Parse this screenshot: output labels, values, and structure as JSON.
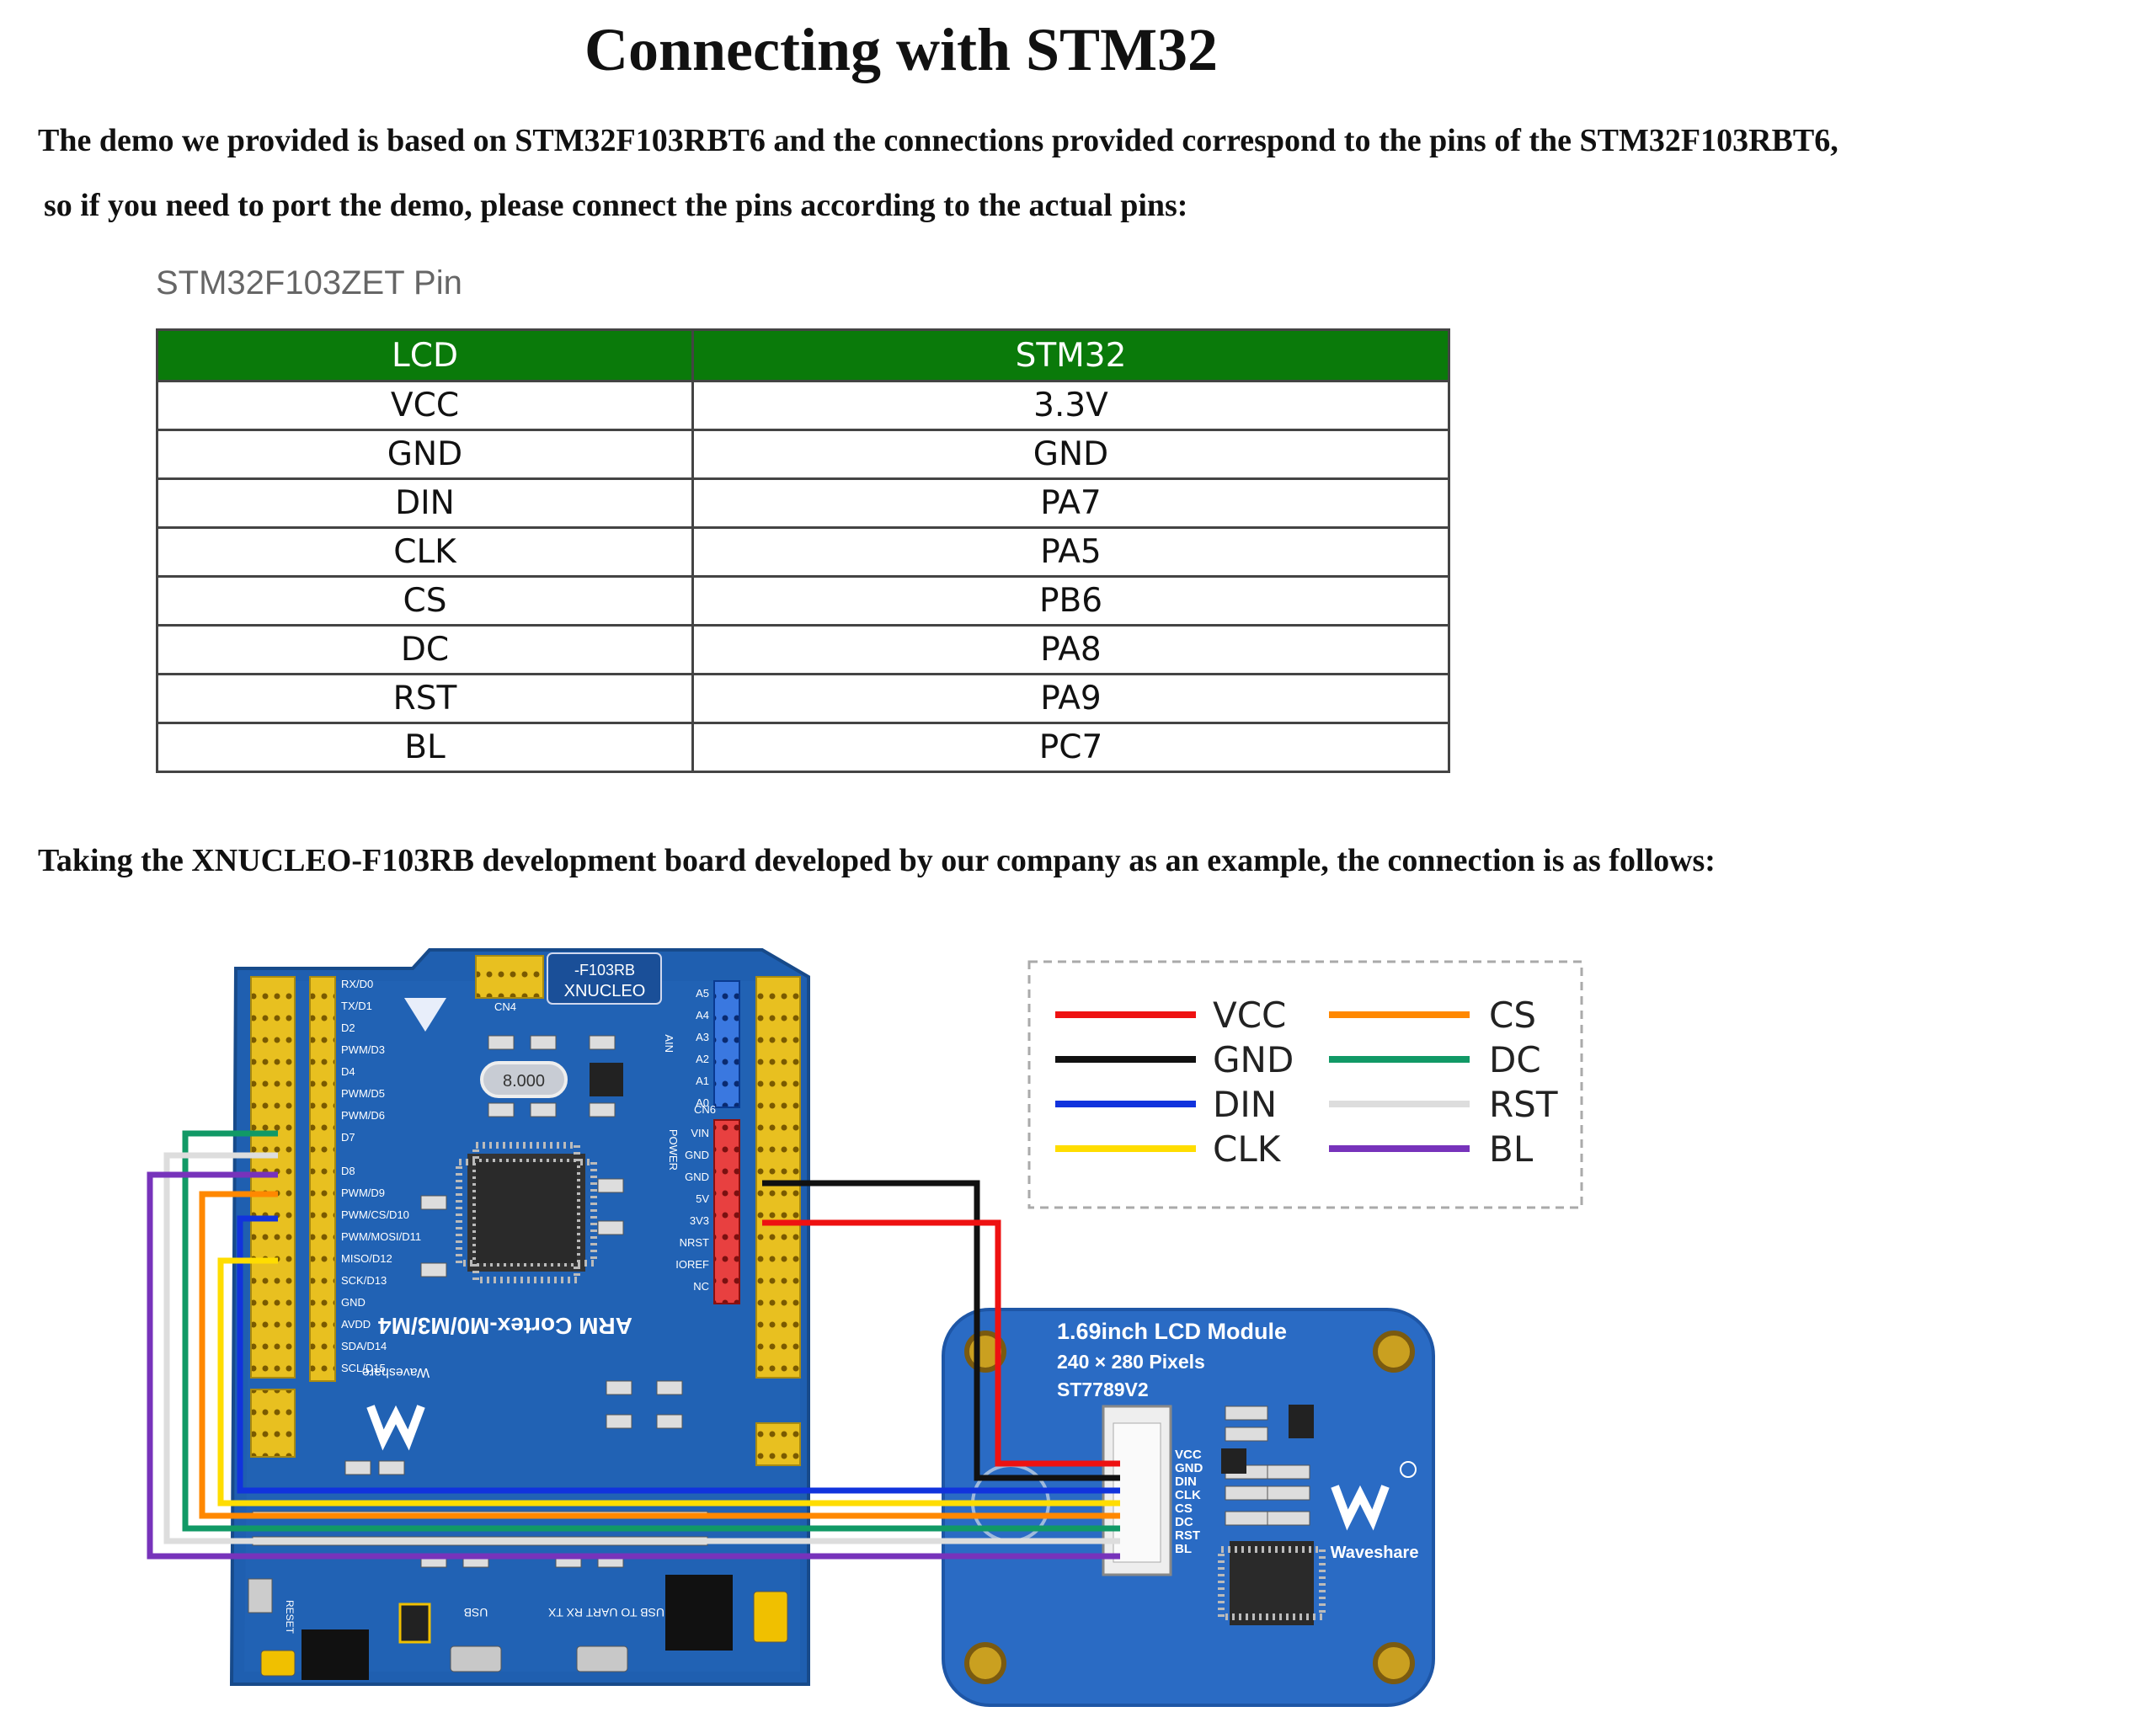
{
  "title": "Connecting with STM32",
  "intro": [
    "The demo we provided is based on STM32F103RBT6 and the connections provided correspond to the pins of the STM32F103RBT6,",
    "so if you need to port the demo, please connect the pins according to the actual pins:"
  ],
  "table": {
    "caption": "STM32F103ZET Pin",
    "headers": [
      "LCD",
      "STM32"
    ],
    "header_color": "#0a7a0a",
    "rows": [
      [
        "VCC",
        "3.3V"
      ],
      [
        "GND",
        "GND"
      ],
      [
        "DIN",
        "PA7"
      ],
      [
        "CLK",
        "PA5"
      ],
      [
        "CS",
        "PB6"
      ],
      [
        "DC",
        "PA8"
      ],
      [
        "RST",
        "PA9"
      ],
      [
        "BL",
        "PC7"
      ]
    ]
  },
  "example_text": "Taking the XNUCLEO-F103RB development board developed by our company as an example, the connection is as follows:",
  "legend": [
    {
      "label": "VCC",
      "color": "#ee1111"
    },
    {
      "label": "GND",
      "color": "#111111"
    },
    {
      "label": "DIN",
      "color": "#1133dd"
    },
    {
      "label": "CLK",
      "color": "#ffdd00"
    },
    {
      "label": "CS",
      "color": "#ff8800"
    },
    {
      "label": "DC",
      "color": "#119966"
    },
    {
      "label": "RST",
      "color": "#dddddd"
    },
    {
      "label": "BL",
      "color": "#7733bb"
    }
  ],
  "board": {
    "name": "XNUCLEO",
    "model": "-F103RB",
    "arch": "ARM Cortex-M0/M3/M4",
    "crystal": "8.000",
    "brand": "Waveshare",
    "conn_cn4": "CN4",
    "conn_cn6": "CN6",
    "usb": "USB",
    "usb_uart": "USB TO UART RX TX",
    "reset": "RESET",
    "left_pins": [
      "RX/D0",
      "TX/D1",
      "D2",
      "PWM/D3",
      "D4",
      "PWM/D5",
      "PWM/D6",
      "D7",
      "D8",
      "PWM/D9",
      "PWM/CS/D10",
      "PWM/MOSI/D11",
      "MISO/D12",
      "SCK/D13",
      "GND",
      "AVDD",
      "SDA/D14",
      "SCL/D15"
    ],
    "power_pins": [
      "VIN",
      "GND",
      "GND",
      "5V",
      "3V3",
      "NRST",
      "IOREF",
      "NC"
    ],
    "power_label": "POWER",
    "analog_pins": [
      "A5",
      "A4",
      "A3",
      "A2",
      "A1",
      "A0"
    ],
    "analog_label": "AIN"
  },
  "lcd": {
    "title": "1.69inch LCD Module",
    "resolution": "240 × 280 Pixels",
    "driver": "ST7789V2",
    "brand": "Waveshare",
    "pins": [
      "VCC",
      "GND",
      "DIN",
      "CLK",
      "CS",
      "DC",
      "RST",
      "BL"
    ]
  }
}
